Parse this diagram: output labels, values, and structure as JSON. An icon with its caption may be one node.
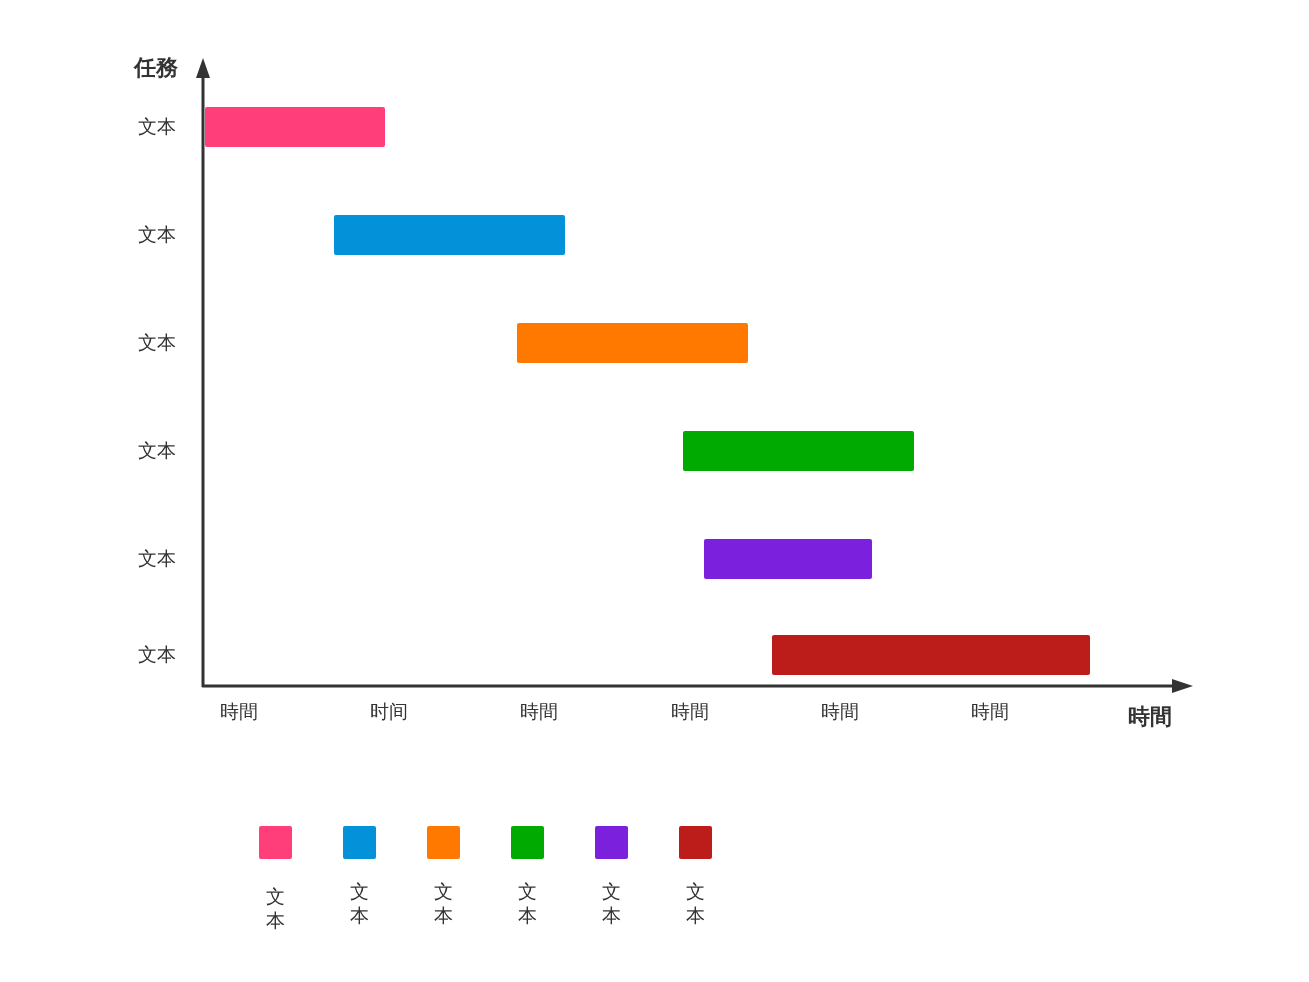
{
  "diagram": {
    "nodes": [
      {
        "text": [],
        "shape": "bar"
      },
      {
        "text": [],
        "shape": "bar"
      },
      {
        "text": [],
        "shape": "bar"
      },
      {
        "text": [],
        "shape": "bar"
      },
      {
        "text": [],
        "shape": "bar"
      },
      {
        "text": [],
        "shape": "bar"
      }
    ],
    "labels": [
      "任務",
      "文本",
      "文本",
      "文本",
      "文本",
      "文本",
      "文本",
      "時間",
      "时间",
      "時間",
      "時間",
      "時間",
      "時間",
      "時間"
    ],
    "legend": [
      {
        "text": "文本",
        "color": "#ff3e7a"
      },
      {
        "text": "文本",
        "color": "#0391d9"
      },
      {
        "text": "文本",
        "color": "#ff7800"
      },
      {
        "text": "文本",
        "color": "#00aa00"
      },
      {
        "text": "文本",
        "color": "#7b20dc"
      },
      {
        "text": "文本",
        "color": "#bd1d1a"
      }
    ]
  }
}
